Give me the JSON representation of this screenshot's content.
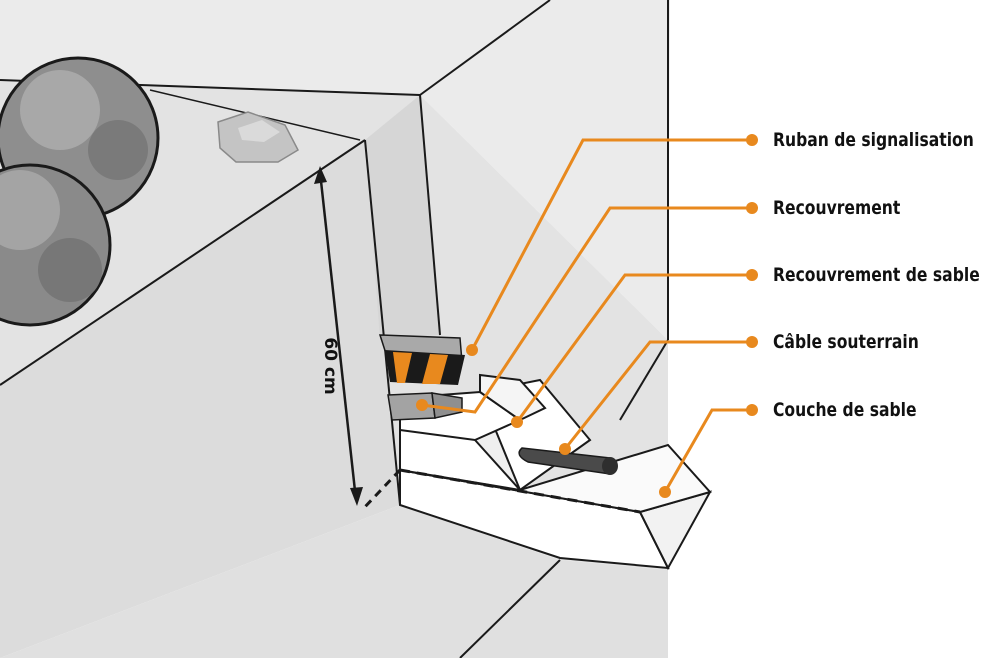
{
  "labels": {
    "warning_tape": "Ruban de signalisation",
    "backfill": "Recouvrement",
    "sand_cover": "Recouvrement de sable",
    "underground_cable": "Câble souterrain",
    "sand_layer": "Couche de sable"
  },
  "dimension": "60 cm",
  "colors": {
    "accent": "#E8891E",
    "ground_gray": "#E4E4E4",
    "wall_gray": "#EAEAEA",
    "shrub_gray": "#8E8E8E",
    "line": "#1A1A1A"
  },
  "icons": {
    "bullet": "orange-dot"
  }
}
